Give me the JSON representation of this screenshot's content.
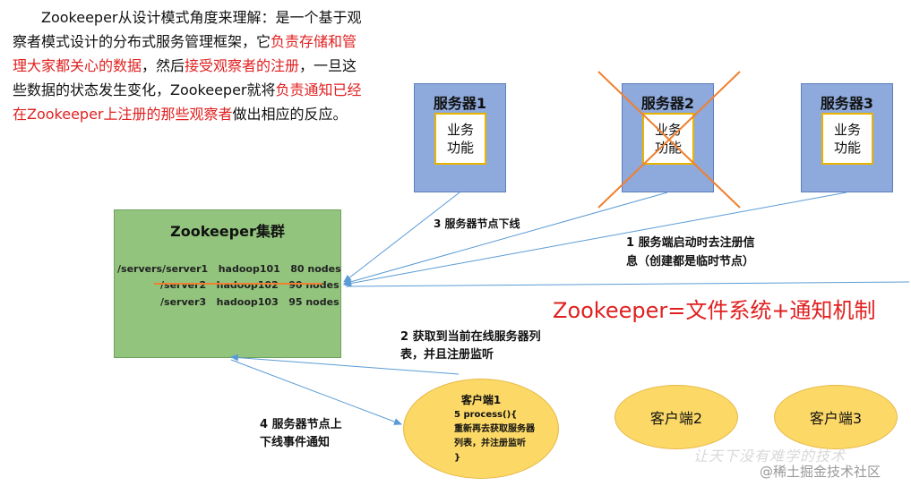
{
  "intro": {
    "p1": "Zookeeper从设计模式角度来理解：是一个基于观察者模式设计的分布式服务管理框架，它",
    "red1": "负责存储和管理大家都关心的数据",
    "p2": "，然后",
    "red2": "接受观察者的注册",
    "p3": "，一旦这些数据的状态发生变化，Zookeeper就将",
    "red3": "负责通知已经在Zookeeper上注册的那些观察者",
    "p4": "做出相应的反应。"
  },
  "servers": [
    {
      "title": "服务器1",
      "inner": "业务\n功能",
      "crossed": false
    },
    {
      "title": "服务器2",
      "inner": "业务\n功能",
      "crossed": true
    },
    {
      "title": "服务器3",
      "inner": "业务\n功能",
      "crossed": false
    }
  ],
  "cluster": {
    "title": "Zookeeper集群",
    "rows": [
      "/servers/server1   hadoop101   80 nodes",
      "/server2   hadoop102   90 nodes",
      "/server3   hadoop103   95 nodes"
    ]
  },
  "labels": {
    "step3": "3  服务器节点下线",
    "step1_line1": "1  服务端启动时去注册信",
    "step1_line2": "息（创建都是临时节点）",
    "step2_line1": "2  获取到当前在线服务器列",
    "step2_line2": "表，并且注册监听",
    "step4_line1": "4  服务器节点上",
    "step4_line2": "下线事件通知"
  },
  "formula": "Zookeeper=文件系统+通知机制",
  "clients": {
    "c1_title": "客户端1",
    "c1_code": "5 process(){\n重新再去获取服务器\n列表，并注册监听\n}",
    "c2": "客户端2",
    "c3": "客户端3"
  },
  "watermark": {
    "text1": "让天下没有难学的技术",
    "text2": "@稀土掘金技术社区"
  },
  "colors": {
    "server_fill": "#8ea9db",
    "cluster_fill": "#92c47d",
    "client_fill": "#fcd867",
    "highlight_red": "#e02020",
    "cross_orange": "#f08030",
    "arrow_blue": "#5b9bd5"
  }
}
